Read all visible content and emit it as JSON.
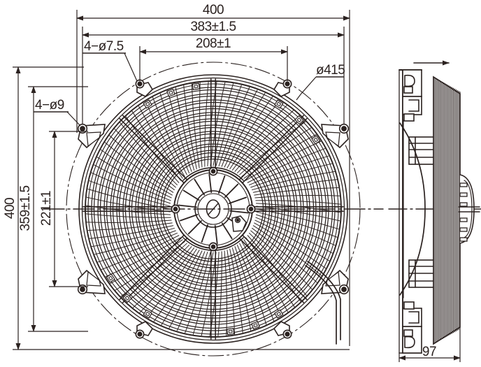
{
  "drawing": {
    "title": "Axial Fan Assembly Drawing",
    "line_color": "#2b2220",
    "background_color": "#ffffff",
    "units": "mm",
    "views": [
      {
        "name": "front-view",
        "label": ""
      },
      {
        "name": "side-view",
        "label": ""
      }
    ]
  },
  "dimensions": {
    "overall_width": "400",
    "mount_width": "383±1.5",
    "inner_hole_span_h": "208±1",
    "overall_height": "400",
    "mount_height": "359±1.5",
    "inner_hole_span_v": "221±1",
    "hole_callout_small": "4−ø7.5",
    "hole_callout_large": "4−ø9",
    "impeller_diameter": "ø415",
    "depth": "97"
  },
  "chart_data": {
    "type": "table",
    "title": "Axial Fan Dimensional Callouts",
    "categories": [
      "overall_width",
      "mount_width",
      "inner_hole_span_h",
      "overall_height",
      "mount_height",
      "inner_hole_span_v",
      "hole_callout_small",
      "hole_callout_large",
      "impeller_diameter",
      "depth"
    ],
    "values": [
      "400",
      "383±1.5",
      "208±1",
      "400",
      "359±1.5",
      "221±1",
      "4−ø7.5",
      "4−ø9",
      "ø415",
      "97"
    ],
    "xlabel": "",
    "ylabel": "",
    "grid": false
  }
}
